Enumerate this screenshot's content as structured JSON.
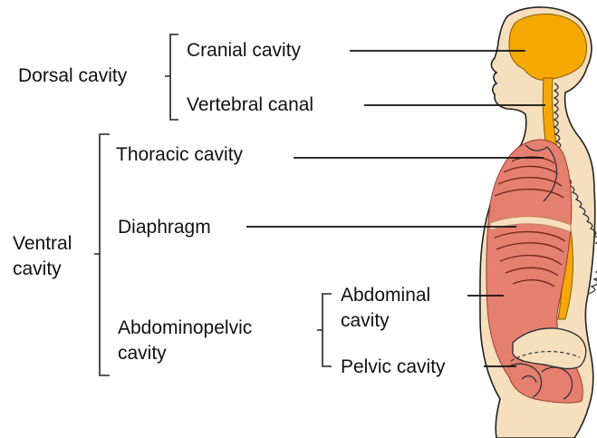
{
  "groups": {
    "dorsal": {
      "line1": "Dorsal cavity"
    },
    "ventral": {
      "line1": "Ventral",
      "line2": "cavity"
    },
    "abdominopelvic": {
      "line1": "Abdominopelvic",
      "line2": "cavity"
    }
  },
  "labels": {
    "cranial": "Cranial cavity",
    "vertebral": "Vertebral canal",
    "thoracic": "Thoracic cavity",
    "diaphragm": "Diaphragm",
    "abdominal_line1": "Abdominal",
    "abdominal_line2": "cavity",
    "pelvic": "Pelvic cavity"
  },
  "colors": {
    "skin": "#f6dfbc",
    "dorsal_cavity": "#f5a800",
    "ventral_cavity": "#e58071",
    "outline": "#222222"
  }
}
